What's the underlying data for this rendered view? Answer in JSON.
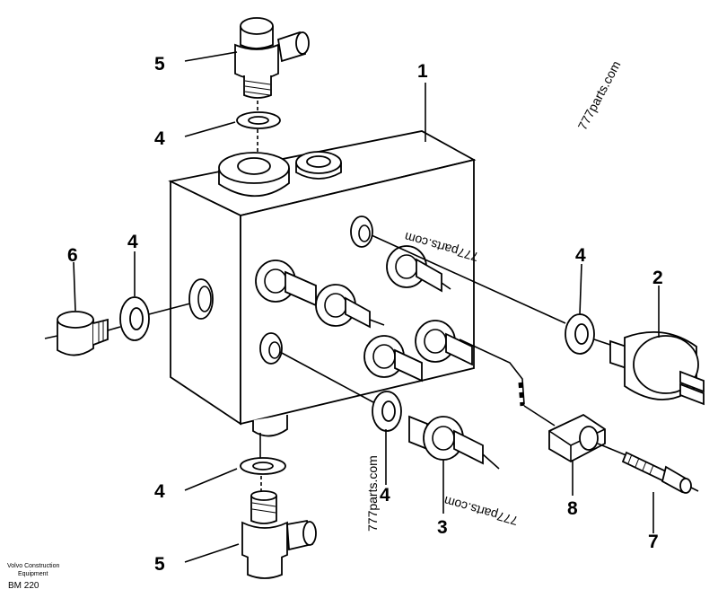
{
  "callouts": [
    "1",
    "2",
    "3",
    "4",
    "5",
    "6",
    "7",
    "8"
  ],
  "watermark": "777parts.com",
  "footer": {
    "company_line1": "Volvo Construction",
    "company_line2": "Equipment",
    "ref": "BM 220"
  }
}
